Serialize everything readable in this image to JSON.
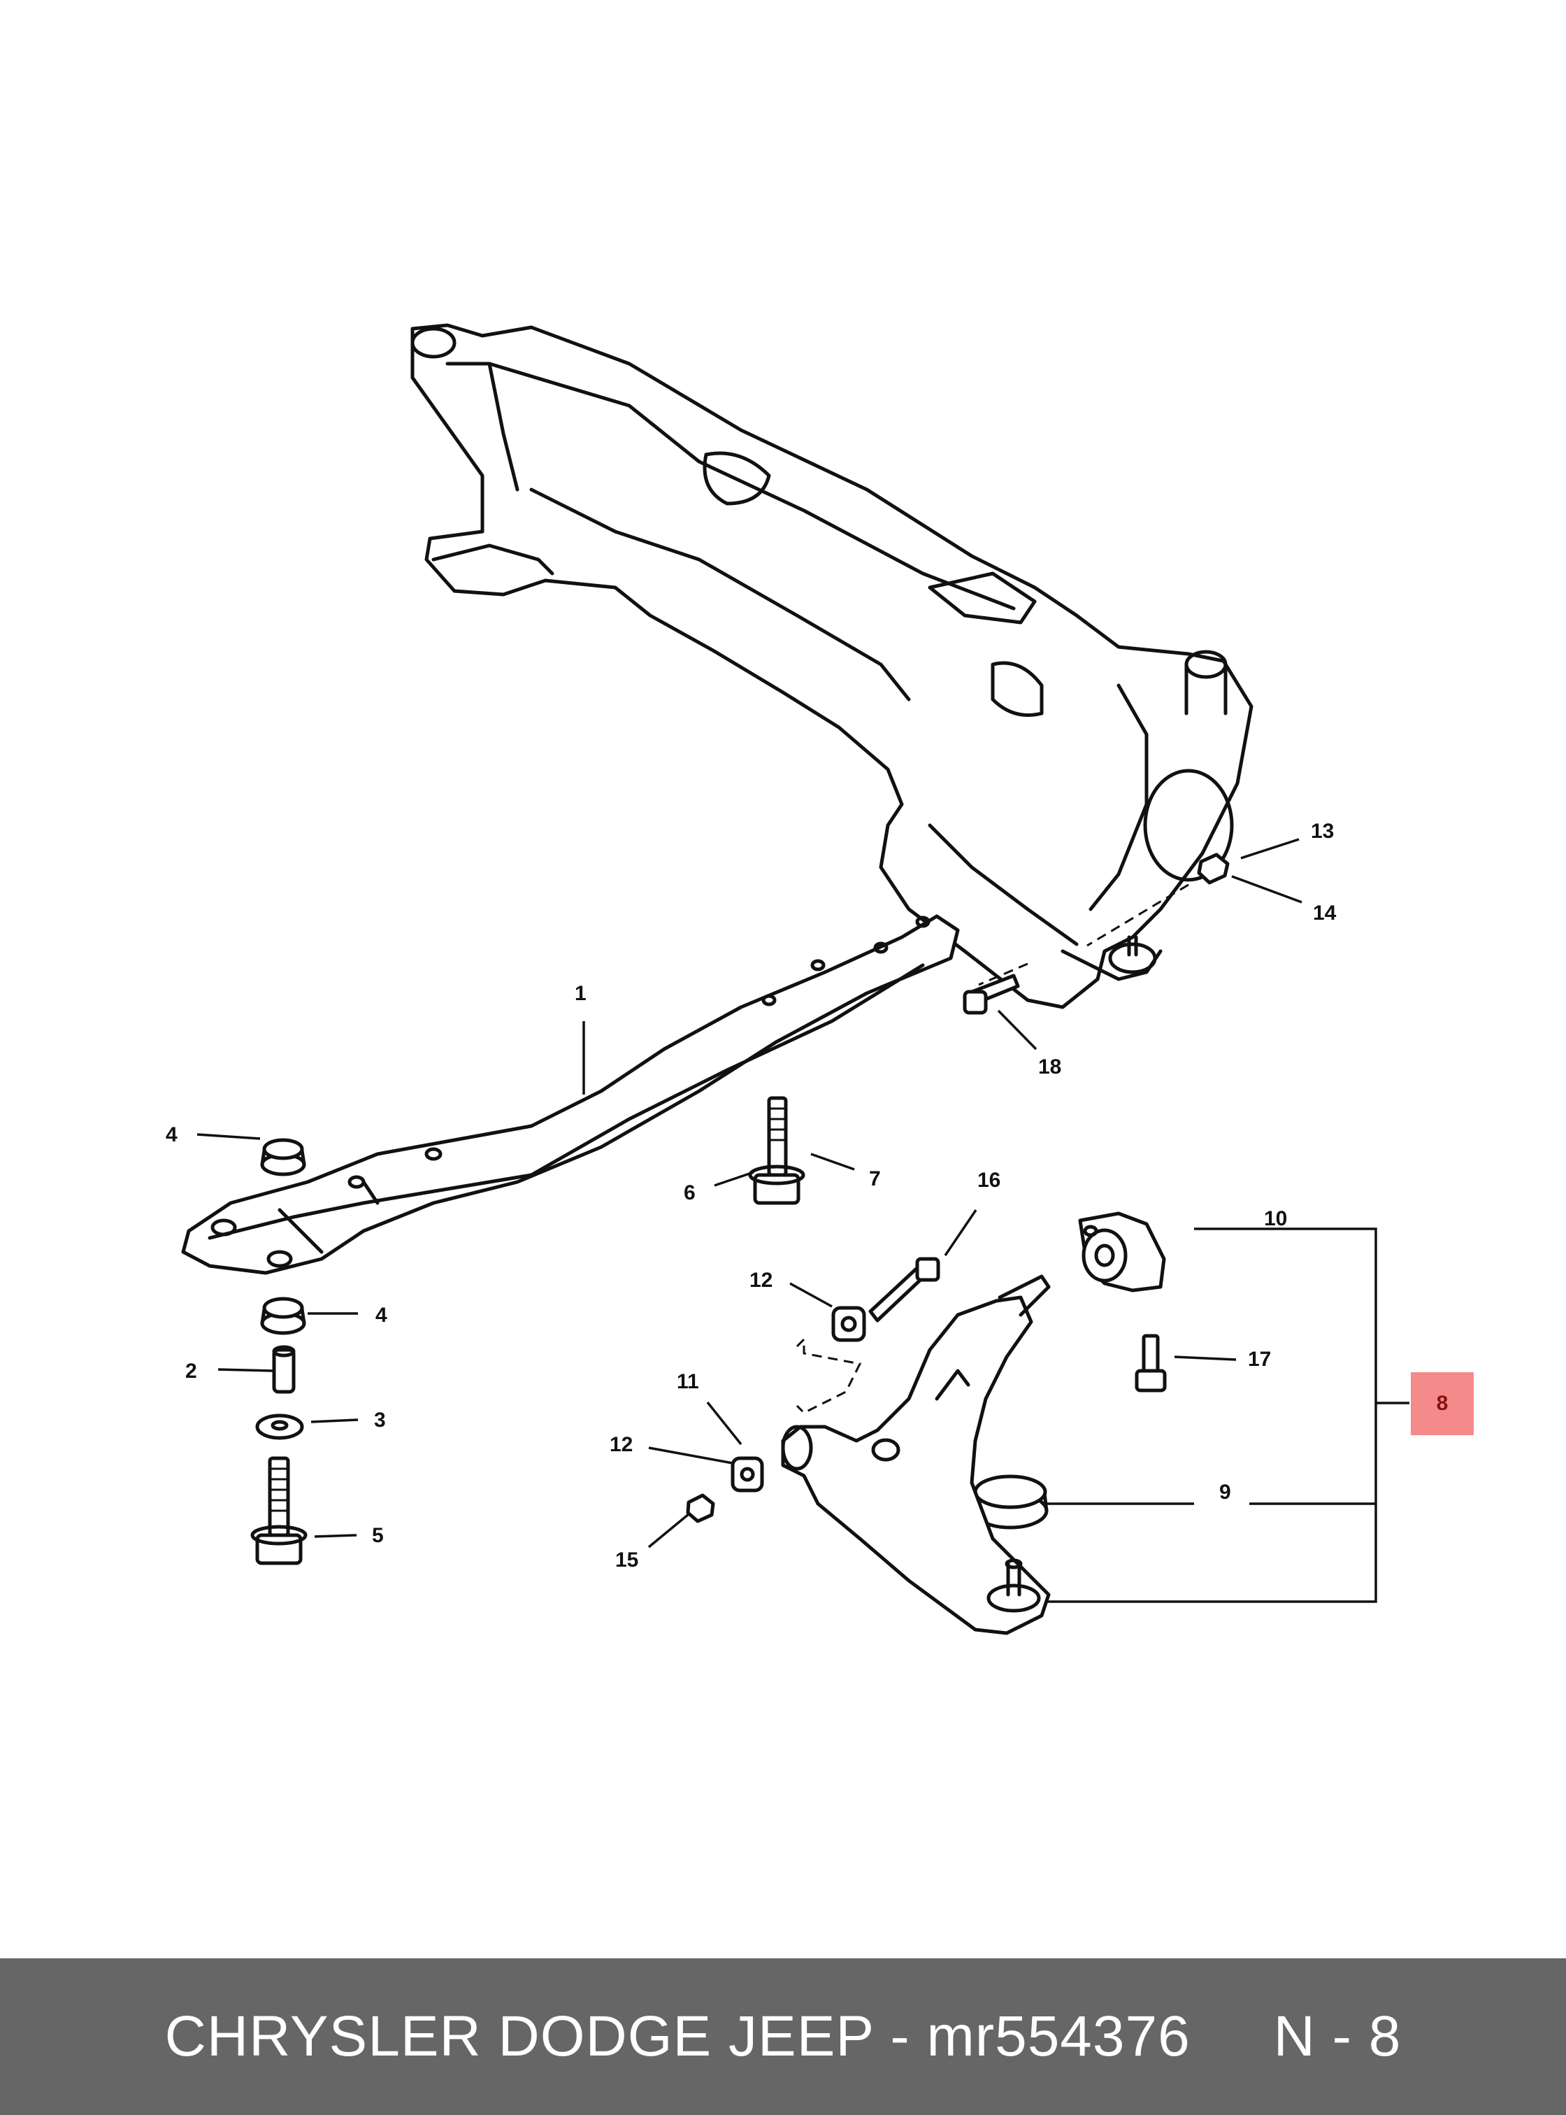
{
  "callouts": {
    "c1": "1",
    "c2": "2",
    "c3": "3",
    "c4a": "4",
    "c4b": "4",
    "c5": "5",
    "c6": "6",
    "c7": "7",
    "c8": "8",
    "c9": "9",
    "c10": "10",
    "c11": "11",
    "c12a": "12",
    "c12b": "12",
    "c13": "13",
    "c14": "14",
    "c15": "15",
    "c16": "16",
    "c17": "17",
    "c18": "18"
  },
  "highlight_color": "#f58a8a",
  "footer": {
    "title": "CHRYSLER DODGE JEEP - mr554376     N - 8",
    "background": "#666666"
  }
}
